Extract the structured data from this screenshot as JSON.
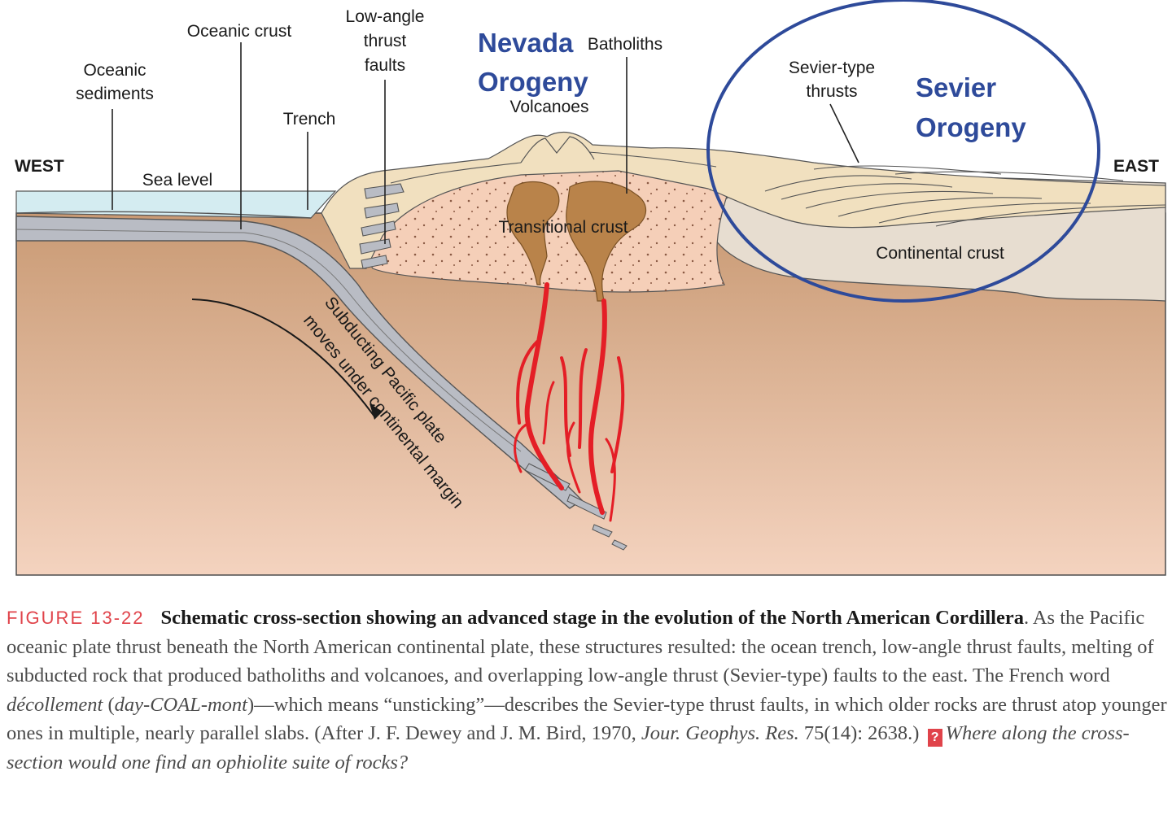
{
  "diagram": {
    "labels": {
      "west": "WEST",
      "east": "EAST",
      "oceanic_sediments_line1": "Oceanic",
      "oceanic_sediments_line2": "sediments",
      "oceanic_crust": "Oceanic crust",
      "trench": "Trench",
      "low_angle_line1": "Low-angle",
      "low_angle_line2": "thrust",
      "low_angle_line3": "faults",
      "sea_level": "Sea level",
      "batholiths": "Batholiths",
      "volcanoes": "Volcanoes",
      "transitional_crust": "Transitional crust",
      "sevier_thrusts_line1": "Sevier-type",
      "sevier_thrusts_line2": "thrusts",
      "continental_crust": "Continental crust",
      "subducting_line1": "Subducting Pacific plate",
      "subducting_line2": "moves under continental margin"
    },
    "annotations": {
      "nevada_line1": "Nevada",
      "nevada_line2": "Orogeny",
      "sevier_line1": "Sevier",
      "sevier_line2": "Orogeny"
    },
    "colors": {
      "mantle": "#cfa27e",
      "ocean": "#d4ecf1",
      "slab": "#b9bcc4",
      "transitional": "#f5cfb8",
      "continental": "#e7ddd0",
      "sediments": "#f1e0bf",
      "batholith": "#b9834a",
      "magma": "#e41e26",
      "annotation": "#2e4a9a"
    }
  },
  "caption": {
    "figure_label": "FIGURE 13-22",
    "title": "Schematic cross-section showing an advanced stage in the evolution of the North American Cordillera",
    "text_1": ". As the Pacific oceanic plate thrust beneath the North American continental plate, these structures resulted: the ocean trench, low-angle thrust faults, melting of subducted rock that produced batholiths and volcanoes, and overlapping low-angle thrust (Sevier-type) faults to the east. The French word ",
    "term": "décollement",
    "text_2": " (",
    "pronunciation": "day-COAL-mont",
    "text_3": ")—which means “unsticking”—describes the Sevier-type thrust faults, in which older rocks are thrust atop younger ones in multiple, nearly parallel slabs. (After J. F. Dewey and J. M. Bird, 1970, ",
    "journal": "Jour. Geophys. Res.",
    "text_4": " 75(14): 2638.) ",
    "question_icon": "?",
    "question": "Where along the cross-section would one find an ophiolite suite of rocks?"
  }
}
